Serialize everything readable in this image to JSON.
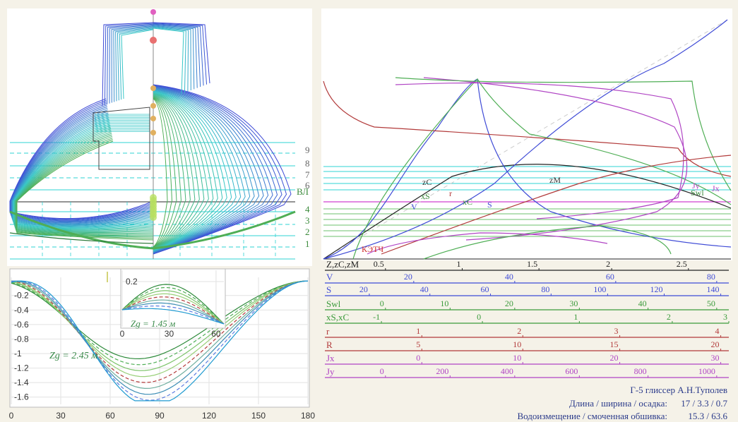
{
  "colors": {
    "background": "#f5f2e8",
    "panel": "#ffffff",
    "waterline": "#2fd3d3",
    "blue_frames": "#3f4bd6",
    "green_frames": "#4fae55",
    "red": "#b23a3a",
    "magenta": "#b044c4",
    "black": "#222222"
  },
  "body_plan": {
    "waterline_numbers": [
      "9",
      "8",
      "7",
      "6",
      "ВЛ",
      "4",
      "3",
      "2",
      "1"
    ]
  },
  "hydro_curves": {
    "curve_labels": [
      "zC",
      "xS",
      "r",
      "V",
      "xC",
      "S",
      "zM",
      "Jy",
      "Swl",
      "Jx",
      "КЭТЧ"
    ]
  },
  "chart_data": [
    {
      "type": "line",
      "title": "",
      "annotation": "Zg = 2.45 м",
      "x_ticks": [
        "0",
        "30",
        "60",
        "90",
        "120",
        "150",
        "180"
      ],
      "y_ticks": [
        "-0.2",
        "-0.4",
        "-0.6",
        "-0.8",
        "-1",
        "-1.2",
        "-1.4",
        "-1.6"
      ],
      "xlim": [
        0,
        180
      ],
      "ylim": [
        -1.7,
        0.05
      ],
      "grid": true,
      "series_count": 9
    },
    {
      "type": "line",
      "title": "",
      "annotation": "Zg = 1.45 м",
      "x_ticks": [
        "0",
        "30",
        "60"
      ],
      "y_ticks": [
        "0.2"
      ],
      "xlim": [
        0,
        65
      ],
      "ylim": [
        -0.12,
        0.28
      ],
      "grid": true,
      "series_count": 9
    },
    {
      "type": "line",
      "title": "",
      "scales": [
        {
          "name": "Z,zC,zM",
          "ticks": [
            "0.5",
            "1",
            "1.5",
            "2",
            "2.5"
          ],
          "color": "#222222"
        },
        {
          "name": "V",
          "ticks": [
            "20",
            "40",
            "60",
            "80"
          ],
          "color": "#3f4bd6"
        },
        {
          "name": "S",
          "ticks": [
            "20",
            "40",
            "60",
            "80",
            "100",
            "120",
            "140"
          ],
          "color": "#3f4bd6"
        },
        {
          "name": "Swl",
          "ticks": [
            "0",
            "10",
            "20",
            "30",
            "40",
            "50"
          ],
          "color": "#3a9a3a"
        },
        {
          "name": "xS,xC",
          "ticks": [
            "-1",
            "0",
            "1",
            "2",
            "3"
          ],
          "color": "#3a9a3a"
        },
        {
          "name": "r",
          "ticks": [
            "1",
            "2",
            "3",
            "4"
          ],
          "color": "#b23a3a"
        },
        {
          "name": "R",
          "ticks": [
            "5",
            "10",
            "15",
            "20"
          ],
          "color": "#b23a3a"
        },
        {
          "name": "Jx",
          "ticks": [
            "0",
            "10",
            "20",
            "30"
          ],
          "color": "#b044c4"
        },
        {
          "name": "Jy",
          "ticks": [
            "0",
            "200",
            "400",
            "600",
            "800",
            "1000"
          ],
          "color": "#b044c4"
        }
      ]
    }
  ],
  "footer": {
    "title": "Г-5 глиссер А.Н.Туполев",
    "dims_label": "Длина / ширина / осадка:",
    "dims_value": "17 / 3.3 / 0.7",
    "disp_label": "Водоизмещение / смоченная обшивка:",
    "disp_value": "15.3 / 63.6"
  }
}
